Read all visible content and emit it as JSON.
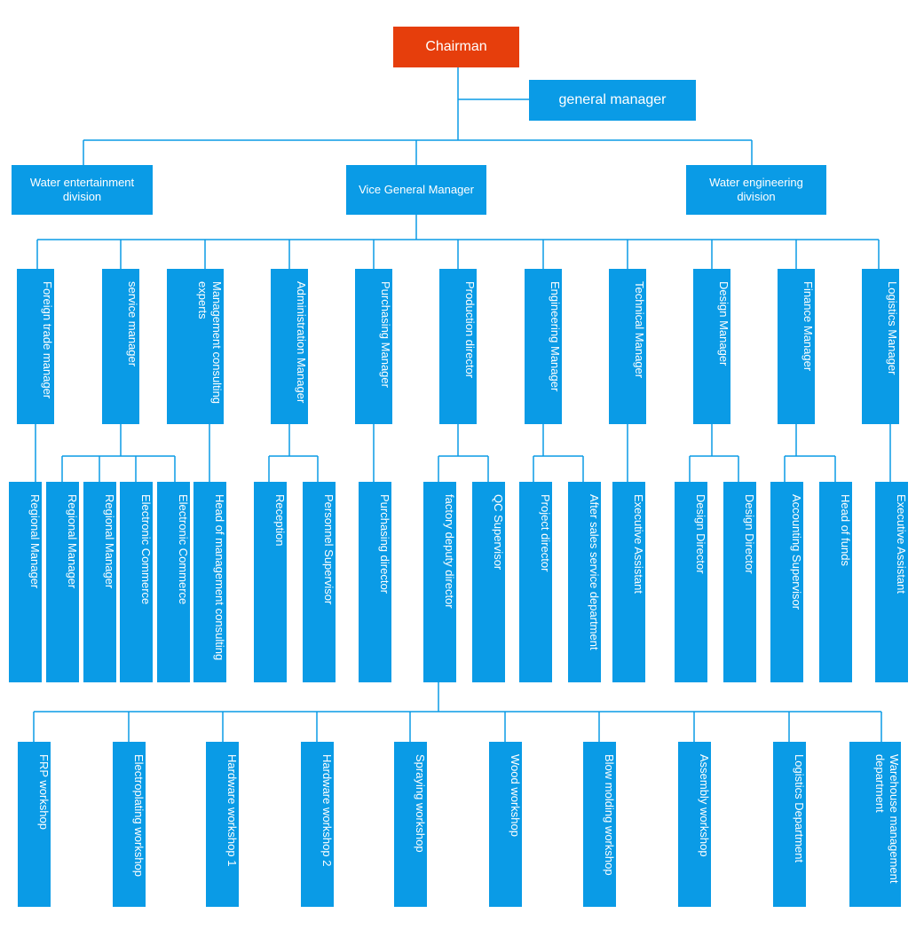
{
  "colors": {
    "box": "#0a9be6",
    "root": "#e63e0c",
    "line": "#0a9be6",
    "text": "#ffffff"
  },
  "chairman": "Chairman",
  "general_manager": "general manager",
  "tier1": {
    "left": "Water entertainment division",
    "center": "Vice General Manager",
    "right": "Water engineering division"
  },
  "managers": [
    "Foreign trade manager",
    "service manager",
    "Management consulting experts",
    "Administration Manager",
    "Purchasing Manager",
    "Production director",
    "Engineering Manager",
    "Technical Manager",
    "Design Manager",
    "Finance Manager",
    "Logistics Manager"
  ],
  "staff": [
    "Regional Manager",
    "Regional Manager",
    "Regional Manager",
    "Electronic Commerce",
    "Electronic Commerce",
    "Head of management consulting",
    "Reception",
    "Personnel Supervisor",
    "Purchasing director",
    "factory deputy director",
    "QC Supervisor",
    "Project director",
    "After sales service department",
    "Executive Assistant",
    "Design Director",
    "Design Director",
    "Accounting Supervisor",
    "Head of funds",
    "Executive Assistant"
  ],
  "workshops": [
    "FRP workshop",
    "Electroplating workshop",
    "Hardware workshop 1",
    "Hardware workshop 2",
    "Spraying workshop",
    "Wood workshop",
    "Blow molding workshop",
    "Assembly workshop",
    "Logistics Department",
    "Warehouse management department"
  ]
}
